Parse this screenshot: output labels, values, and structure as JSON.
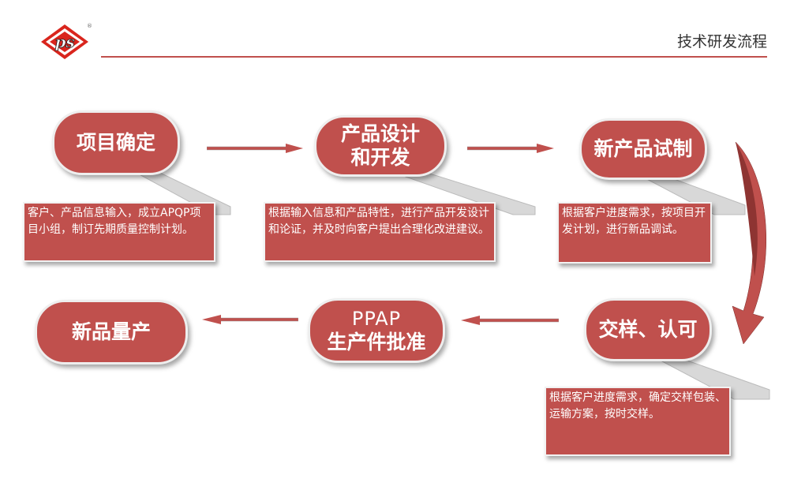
{
  "header": {
    "title": "技术研发流程"
  },
  "brand": {
    "accent": "#c0504d",
    "logo_text": "ps",
    "registered_mark": "®"
  },
  "steps": [
    {
      "label": "项目确定",
      "description": "客户、产品信息输入，成立APQP项目小组，制订先期质量控制计划。"
    },
    {
      "label_line1": "产品设计",
      "label_line2": "和开发",
      "description": "根据输入信息和产品特性，进行产品开发设计和论证，并及时向客户提出合理化改进建议。"
    },
    {
      "label": "新产品试制",
      "description": "根据客户进度需求，按项目开发计划，进行新品调试。"
    },
    {
      "label": "交样、认可",
      "description": "根据客户进度需求，确定交样包装、运输方案，按时交样。"
    },
    {
      "label_line1": "PPAP",
      "label_line2": "生产件批准"
    },
    {
      "label": "新品量产"
    }
  ]
}
